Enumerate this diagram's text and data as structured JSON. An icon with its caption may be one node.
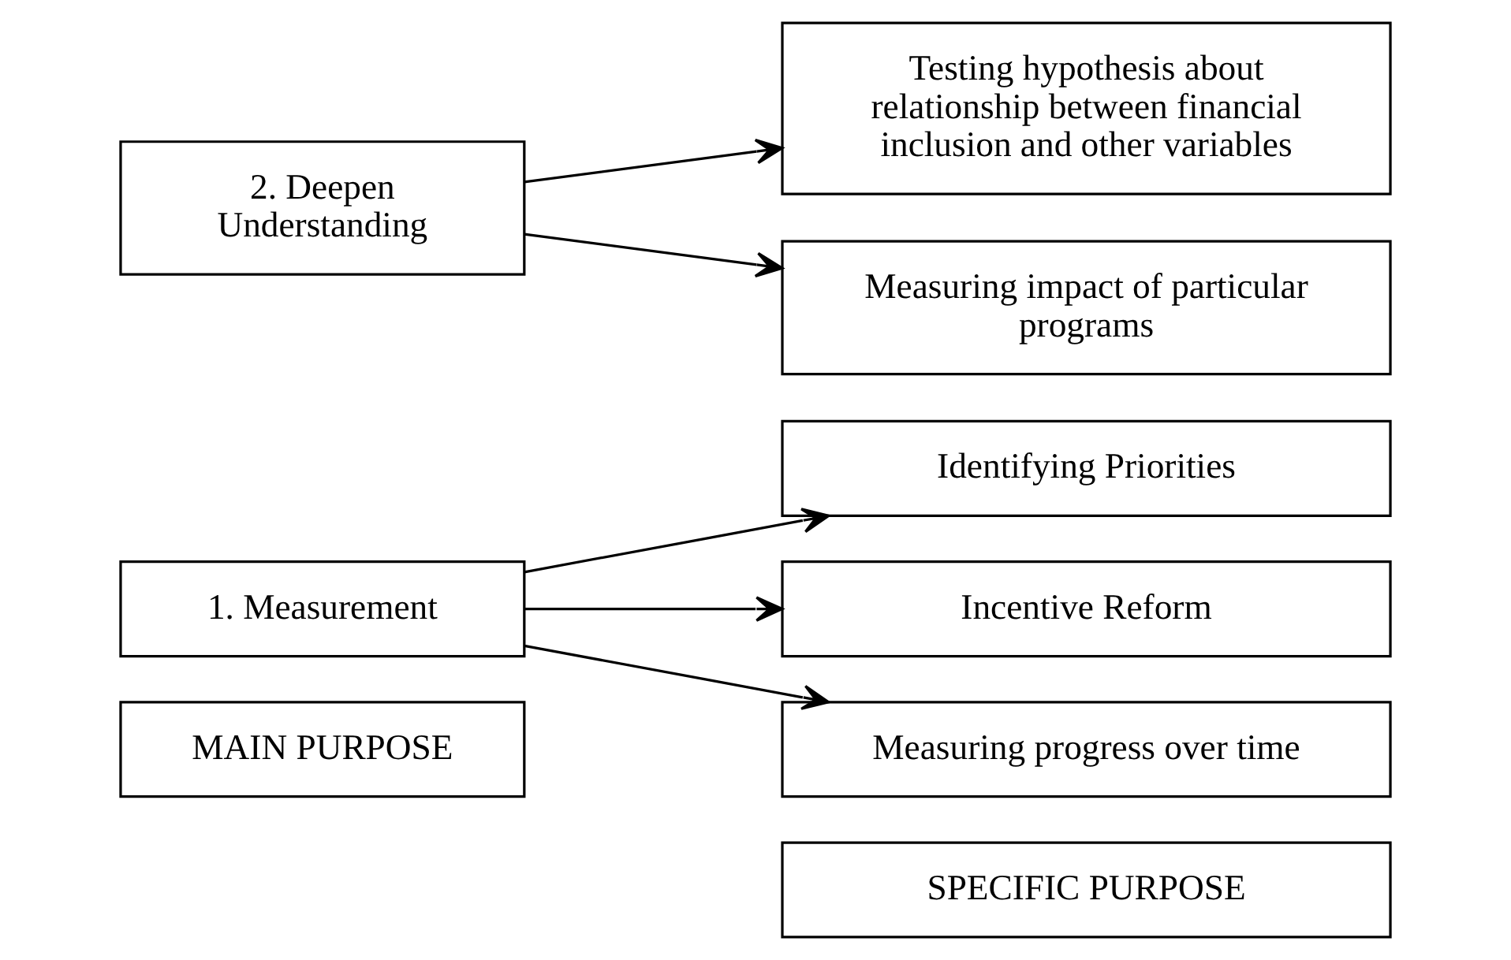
{
  "diagram": {
    "nodes": [
      {
        "text": [
          "MAIN PURPOSE"
        ]
      },
      {
        "text": [
          "SPECIFIC PURPOSE"
        ]
      },
      {
        "text": [
          "1. Measurement"
        ]
      },
      {
        "text": [
          "Identifying Priorities"
        ]
      },
      {
        "text": [
          "Incentive Reform"
        ]
      },
      {
        "text": [
          "Measuring progress over time"
        ]
      },
      {
        "text": [
          "2. Deepen Understanding"
        ]
      },
      {
        "text": [
          "Testing hypothesis about relationship between financial inclusion and other variables"
        ]
      },
      {
        "text": [
          "Measuring impact of particular programs"
        ]
      }
    ],
    "edges": [
      {
        "from": 2,
        "to": 3,
        "arrow": "to"
      },
      {
        "from": 2,
        "to": 4,
        "arrow": "to"
      },
      {
        "from": 2,
        "to": 5,
        "arrow": "to"
      },
      {
        "from": 6,
        "to": 7,
        "arrow": "to"
      },
      {
        "from": 6,
        "to": 8,
        "arrow": "to"
      }
    ]
  }
}
